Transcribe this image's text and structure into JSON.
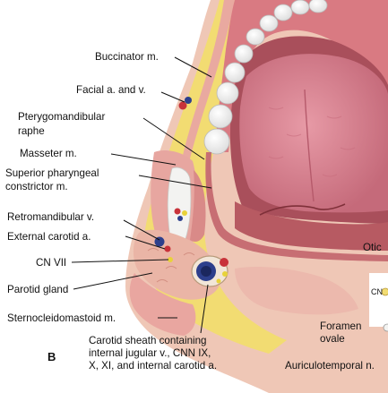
{
  "panel_letter": "B",
  "labels": {
    "buccinator": "Buccinator m.",
    "facial": "Facial a. and v.",
    "pterygo_1": "Pterygomandibular",
    "pterygo_2": "raphe",
    "masseter": "Masseter m.",
    "superior_1": "Superior pharyngeal",
    "superior_2": "constrictor m.",
    "retromandibular": "Retromandibular v.",
    "external_carotid": "External carotid a.",
    "cn_vii": "CN VII",
    "parotid": "Parotid gland",
    "sternocleido": "Sternocleidomastoid m.",
    "carotid_1": "Carotid sheath containing",
    "carotid_2": "internal jugular v., CNN IX,",
    "carotid_3": "X, XI, and internal carotid a.",
    "otic": "Otic",
    "cn_cut": "CN",
    "foramen_1": "Foramen",
    "foramen_2": "ovale",
    "auriculotemporal": "Auriculotemporal n."
  },
  "colors": {
    "skin": "#efc7b6",
    "fat": "#f2dc72",
    "muscle": "#dc8f8c",
    "muscle_light": "#f0b7b0",
    "mucosa": "#b9555f",
    "tongue": "#d98492",
    "teeth": "#ffffff",
    "bone": "#f3f3f1",
    "artery": "#c8323a",
    "vein": "#2d3f8c",
    "nerve": "#e8d23a"
  }
}
